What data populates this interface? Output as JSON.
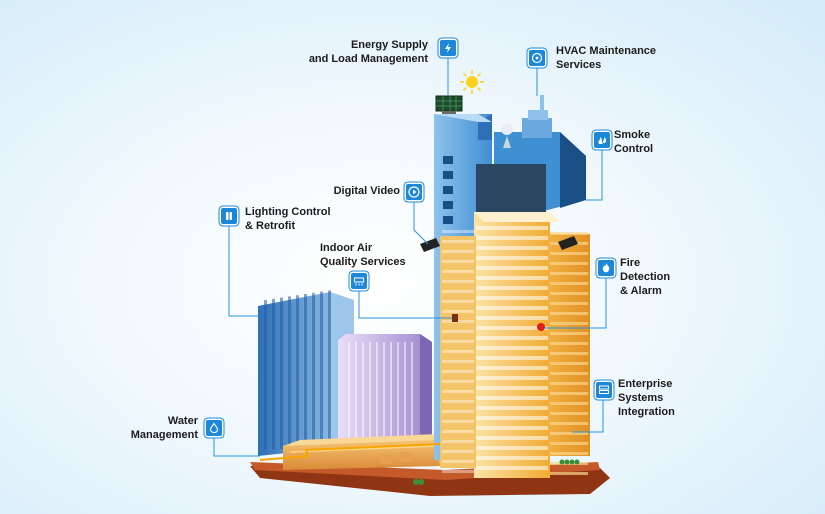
{
  "callouts": {
    "energy": "Energy Supply\nand Load Management",
    "hvac": "HVAC Maintenance\nServices",
    "smoke": "Smoke\nControl",
    "video": "Digital Video",
    "lighting": "Lighting Control\n& Retrofit",
    "air": "Indoor Air\nQuality Services",
    "fire": "Fire\nDetection\n& Alarm",
    "enterprise": "Enterprise\nSystems\nIntegration",
    "water": "Water\nManagement"
  },
  "colors": {
    "accent": "#1d88d8",
    "gold": "#f2b33d",
    "glass_blue": "#6fb3e6",
    "purple": "#b39cd9",
    "ground": "#a0401c"
  }
}
